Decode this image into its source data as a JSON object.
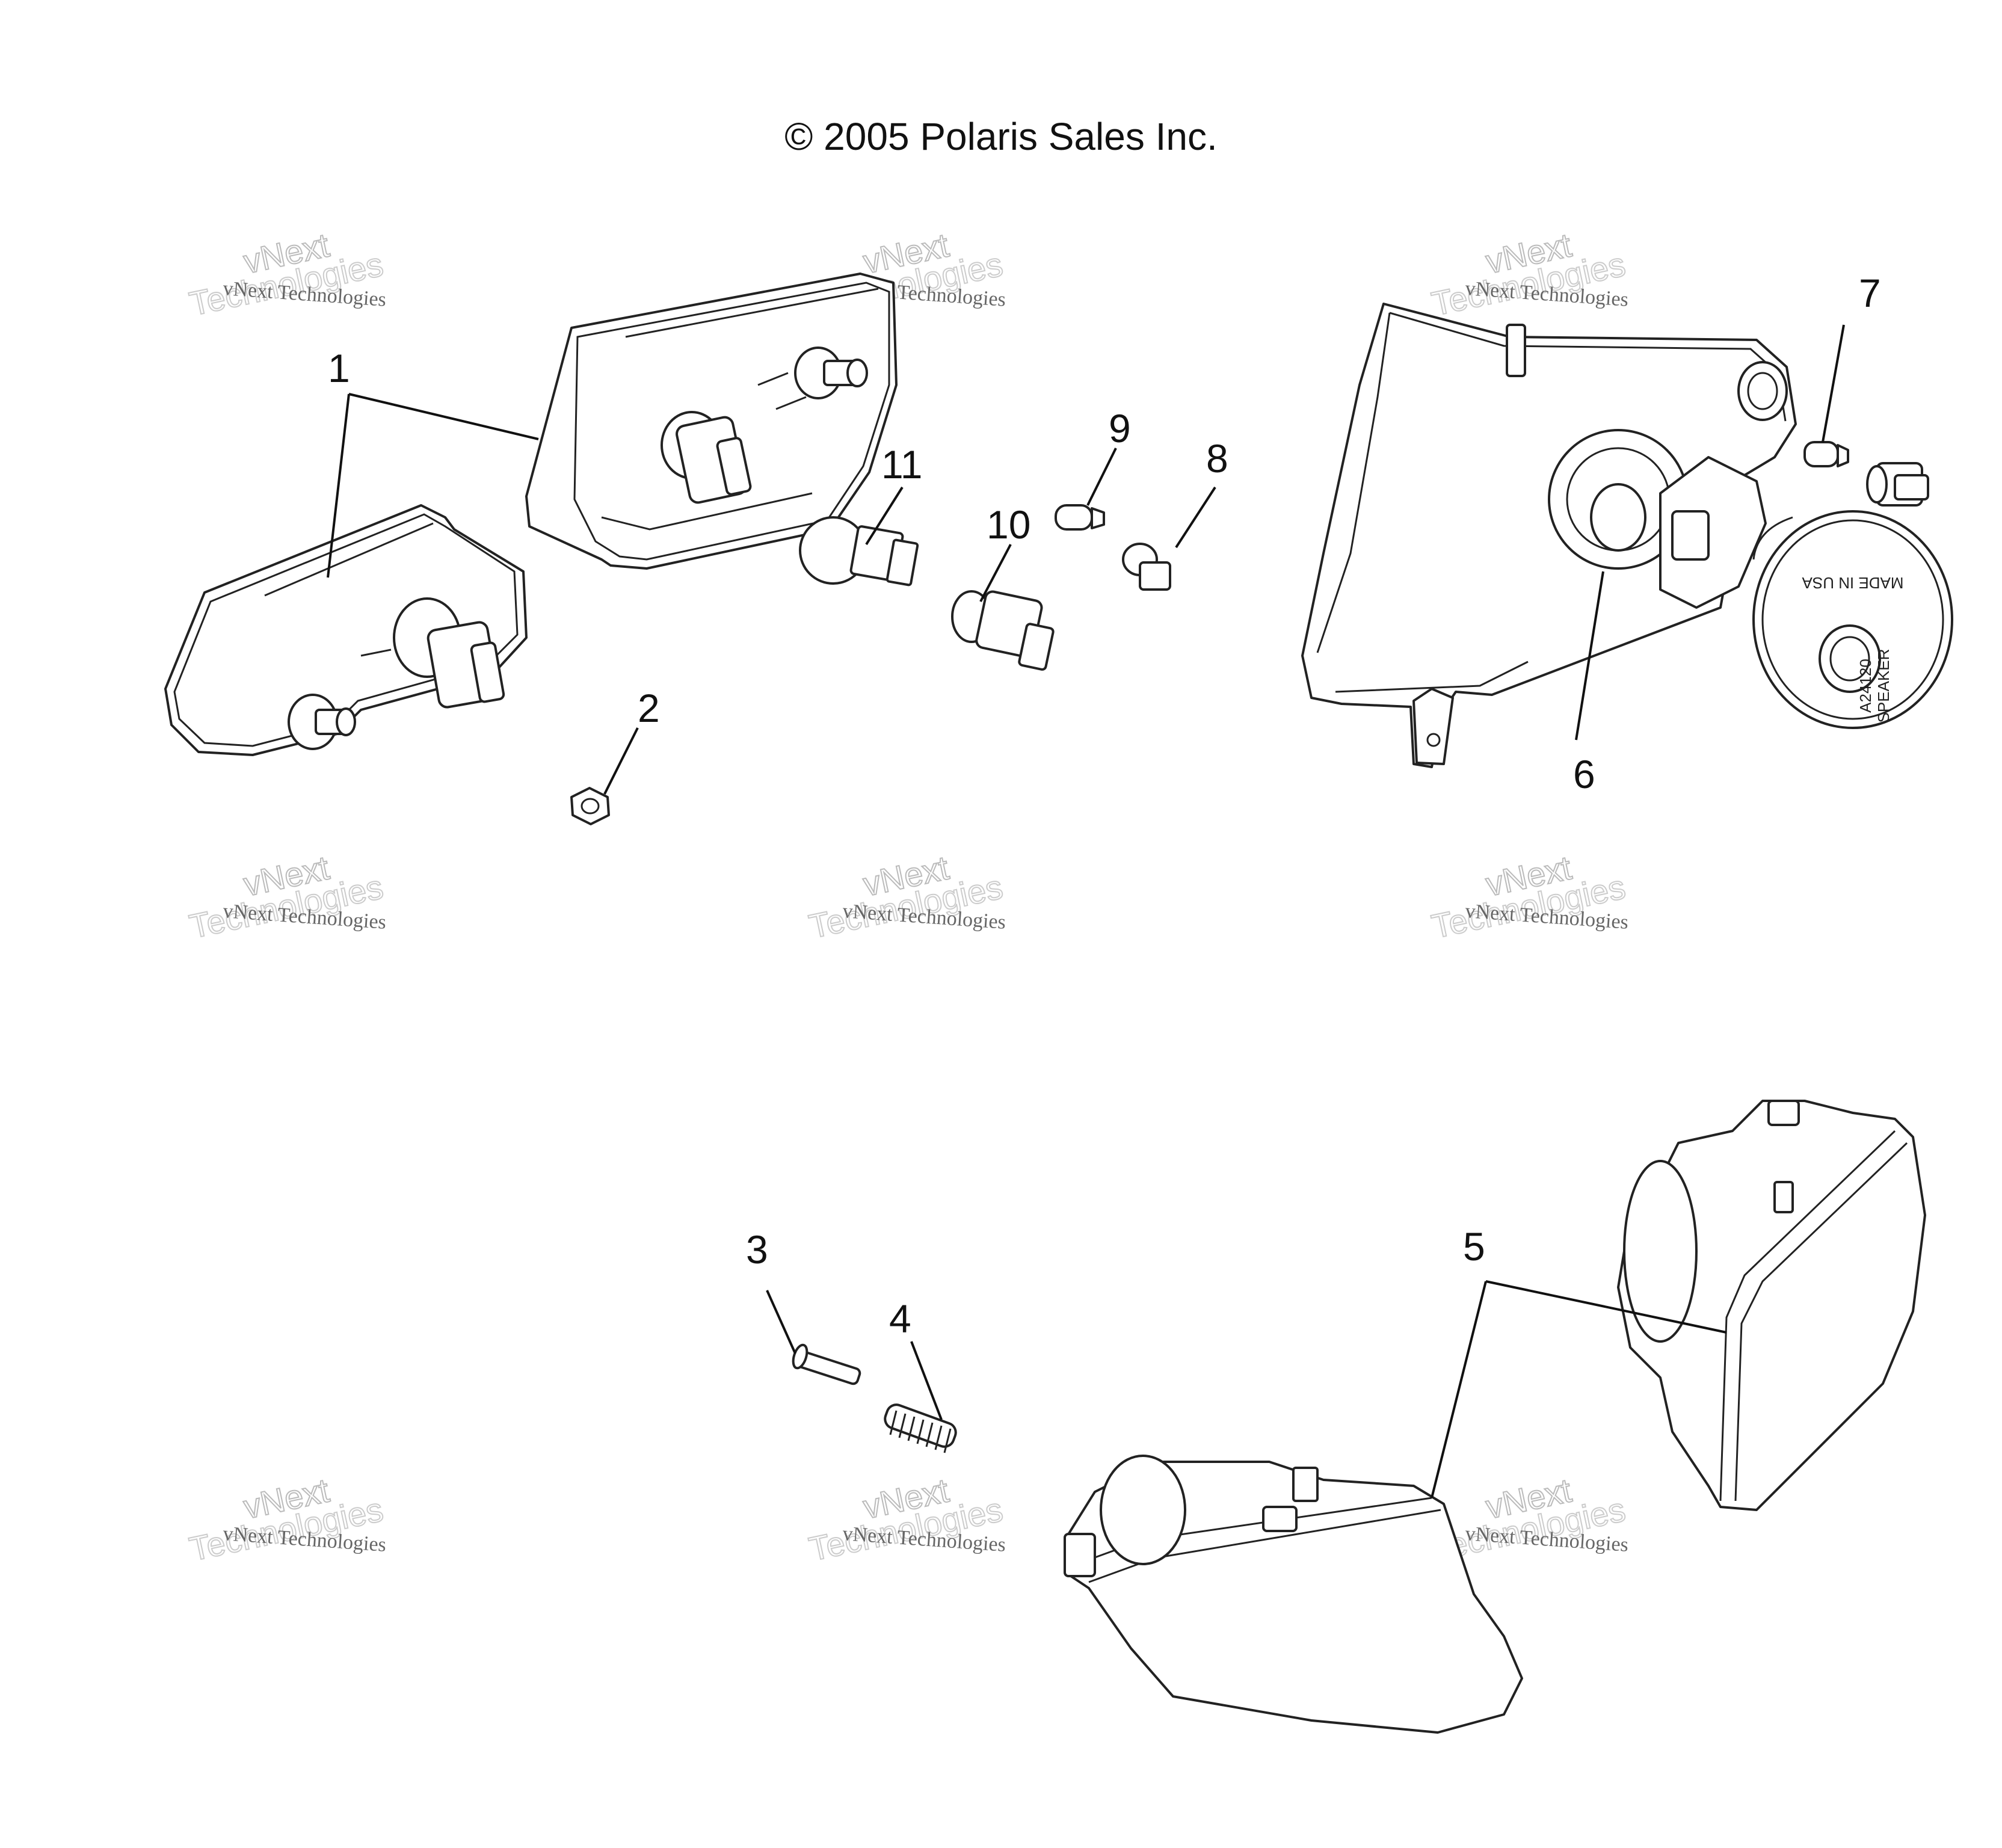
{
  "header": {
    "copyright": "© 2005 Polaris Sales Inc."
  },
  "watermark": {
    "line_small": "vNext Technologies",
    "line_large_top": "vNext",
    "line_large_bottom": "Technologies"
  },
  "component_markings": {
    "line1": "MADE IN USA",
    "line2": "SPEAKER",
    "line3": "A24120"
  },
  "callouts": [
    {
      "id": "1",
      "label": "1"
    },
    {
      "id": "2",
      "label": "2"
    },
    {
      "id": "3",
      "label": "3"
    },
    {
      "id": "4",
      "label": "4"
    },
    {
      "id": "5",
      "label": "5"
    },
    {
      "id": "6",
      "label": "6"
    },
    {
      "id": "7",
      "label": "7"
    },
    {
      "id": "8",
      "label": "8"
    },
    {
      "id": "9",
      "label": "9"
    },
    {
      "id": "10",
      "label": "10"
    },
    {
      "id": "11",
      "label": "11"
    }
  ]
}
